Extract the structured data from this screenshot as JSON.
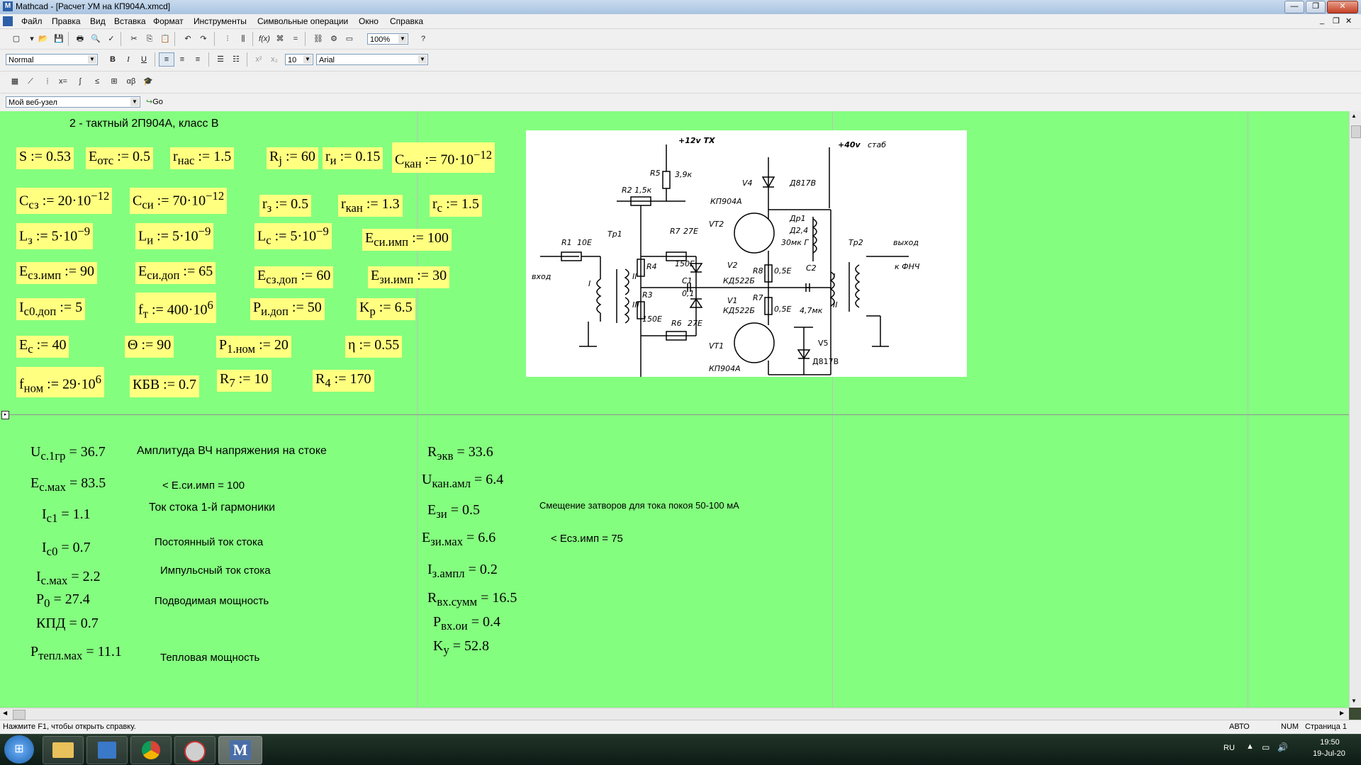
{
  "window": {
    "title": "Mathcad - [Расчет УМ на КП904А.xmcd]",
    "app_icon": "M"
  },
  "menu": [
    "Файл",
    "Правка",
    "Вид",
    "Вставка",
    "Формат",
    "Инструменты",
    "Символьные операции",
    "Окно",
    "Справка"
  ],
  "toolbar": {
    "zoom": "100%",
    "style": "Normal",
    "font_size": "10",
    "font": "Arial",
    "bold": "B",
    "italic": "I",
    "underline": "U",
    "help": "?",
    "web_node": "Мой веб-узел",
    "go": "Go"
  },
  "header_text": "2 - тактный 2П904А, класс В",
  "inputs": [
    {
      "name": "S",
      "sub": "",
      "val": ":= 0.53"
    },
    {
      "name": "E",
      "sub": "отс",
      "val": ":= 0.5"
    },
    {
      "name": "r",
      "sub": "нас",
      "val": ":= 1.5"
    },
    {
      "name": "R",
      "sub": "j",
      "val": ":= 60"
    },
    {
      "name": "r",
      "sub": "и",
      "val": ":= 0.15"
    },
    {
      "name": "C",
      "sub": "кан",
      "val": ":= 70·10",
      "sup": "−12"
    },
    {
      "name": "C",
      "sub": "сз",
      "val": ":= 20·10",
      "sup": "−12"
    },
    {
      "name": "C",
      "sub": "си",
      "val": ":= 70·10",
      "sup": "−12"
    },
    {
      "name": "r",
      "sub": "з",
      "val": ":= 0.5"
    },
    {
      "name": "r",
      "sub": "кан",
      "val": ":= 1.3"
    },
    {
      "name": "r",
      "sub": "с",
      "val": ":= 1.5"
    },
    {
      "name": "L",
      "sub": "з",
      "val": ":= 5·10",
      "sup": "−9"
    },
    {
      "name": "L",
      "sub": "и",
      "val": ":= 5·10",
      "sup": "−9"
    },
    {
      "name": "L",
      "sub": "с",
      "val": ":= 5·10",
      "sup": "−9"
    },
    {
      "name": "E",
      "sub": "си.имп",
      "val": ":= 100"
    },
    {
      "name": "E",
      "sub": "сз.имп",
      "val": ":= 90"
    },
    {
      "name": "E",
      "sub": "си.доп",
      "val": ":= 65"
    },
    {
      "name": "E",
      "sub": "сз.доп",
      "val": ":= 60"
    },
    {
      "name": "E",
      "sub": "зи.имп",
      "val": ":= 30"
    },
    {
      "name": "I",
      "sub": "с0.доп",
      "val": ":= 5"
    },
    {
      "name": "f",
      "sub": "т",
      "val": ":= 400·10",
      "sup": "6"
    },
    {
      "name": "P",
      "sub": "и.доп",
      "val": ":= 50"
    },
    {
      "name": "K",
      "sub": "р",
      "val": ":= 6.5"
    },
    {
      "name": "E",
      "sub": "с",
      "val": ":= 40"
    },
    {
      "name": "Θ",
      "sub": "",
      "val": ":= 90"
    },
    {
      "name": "P",
      "sub": "1.ном",
      "val": ":= 20"
    },
    {
      "name": "η",
      "sub": "",
      "val": ":= 0.55"
    },
    {
      "name": "f",
      "sub": "ном",
      "val": ":= 29·10",
      "sup": "6"
    },
    {
      "name": "КБВ",
      "sub": "",
      "val": ":= 0.7"
    },
    {
      "name": "R",
      "sub": "7",
      "val": ":= 10"
    },
    {
      "name": "R",
      "sub": "4",
      "val": ":= 170"
    }
  ],
  "results_left": [
    {
      "name": "U",
      "sub": "с.1гр",
      "val": "= 36.7"
    },
    {
      "name": "E",
      "sub": "с.мах",
      "val": "= 83.5"
    },
    {
      "name": "I",
      "sub": "с1",
      "val": "= 1.1"
    },
    {
      "name": "I",
      "sub": "с0",
      "val": "= 0.7"
    },
    {
      "name": "I",
      "sub": "с.мах",
      "val": "= 2.2"
    },
    {
      "name": "P",
      "sub": "0",
      "val": "= 27.4"
    },
    {
      "name": "КПД",
      "sub": "",
      "val": "= 0.7"
    },
    {
      "name": "P",
      "sub": "тепл.мах",
      "val": "= 11.1"
    }
  ],
  "results_left_notes": [
    "Амплитуда ВЧ напряжения на стоке",
    "< Е.си.имп = 100",
    "Ток стока 1-й гармоники",
    "Постоянный ток стока",
    "Импульсный ток стока",
    "Подводимая мощность",
    "Тепловая мощность"
  ],
  "results_right": [
    {
      "name": "R",
      "sub": "экв",
      "val": "= 33.6"
    },
    {
      "name": "U",
      "sub": "кан.амл",
      "val": "= 6.4"
    },
    {
      "name": "E",
      "sub": "зи",
      "val": "= 0.5"
    },
    {
      "name": "E",
      "sub": "зи.мах",
      "val": "= 6.6"
    },
    {
      "name": "I",
      "sub": "з.ампл",
      "val": "= 0.2"
    },
    {
      "name": "R",
      "sub": "вх.сумм",
      "val": "= 16.5"
    },
    {
      "name": "P",
      "sub": "вх.ои",
      "val": "= 0.4"
    },
    {
      "name": "K",
      "sub": "у",
      "val": "= 52.8"
    }
  ],
  "results_right_notes": [
    "Смещение затворов для тока покоя 50-100 мА",
    "< Есз.имп = 75"
  ],
  "schematic": {
    "labels": [
      "+12v TX",
      "+40v",
      "стаб",
      "R5",
      "3,9к",
      "R2 1,5к",
      "V4",
      "Д817В",
      "КП904А",
      "VT2",
      "Др1",
      "Д2,4",
      "30мк Г",
      "Тр1",
      "R7",
      "27Е",
      "R1",
      "10Е",
      "Тр2",
      "выход",
      "к ФНЧ",
      "вход",
      "R4",
      "150Е",
      "V2",
      "C1",
      "0,1",
      "КД522Б",
      "R8",
      "0,5Е",
      "C2",
      "4,7мк",
      "R3",
      "150Е",
      "R6",
      "27Е",
      "V1",
      "КД522Б",
      "R7",
      "0,5Е",
      "VT1",
      "КП904А",
      "V5",
      "Д817В",
      "I",
      "II",
      "III",
      "I",
      "II"
    ]
  },
  "status": {
    "hint": "Нажмите F1, чтобы открыть справку.",
    "mode": "АВТО",
    "num": "NUM",
    "page": "Страница 1"
  },
  "tray": {
    "lang": "RU",
    "time": "19:50",
    "date": "19-Jul-20"
  }
}
